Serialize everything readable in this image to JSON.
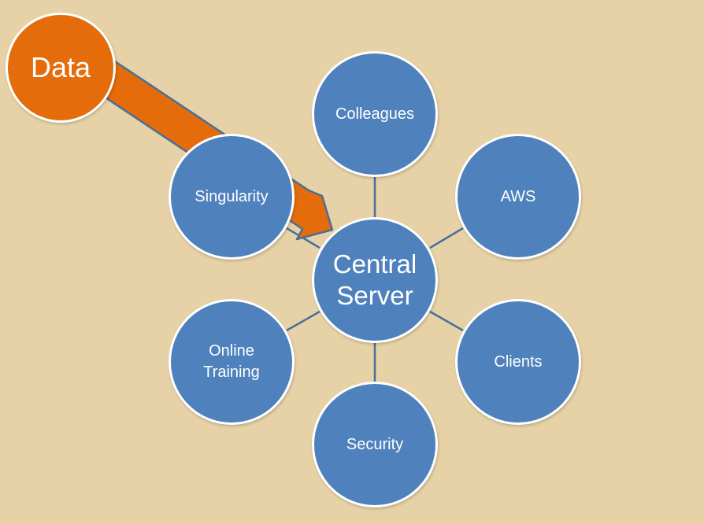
{
  "diagram": {
    "source": {
      "label": "Data",
      "color": "#e46c0a"
    },
    "hub": {
      "label": "Central\nServer",
      "color": "#4f81bd"
    },
    "spokes": [
      {
        "id": "colleagues",
        "label": "Colleagues"
      },
      {
        "id": "aws",
        "label": "AWS"
      },
      {
        "id": "clients",
        "label": "Clients"
      },
      {
        "id": "security",
        "label": "Security"
      },
      {
        "id": "online-training",
        "label": "Online\nTraining"
      },
      {
        "id": "singularity",
        "label": "Singularity"
      }
    ],
    "edges": [
      {
        "from": "hub",
        "to": "colleagues"
      },
      {
        "from": "hub",
        "to": "aws"
      },
      {
        "from": "hub",
        "to": "clients"
      },
      {
        "from": "hub",
        "to": "security"
      },
      {
        "from": "hub",
        "to": "online-training"
      },
      {
        "from": "hub",
        "to": "singularity"
      },
      {
        "from": "source",
        "to": "hub",
        "style": "arrow"
      }
    ]
  }
}
